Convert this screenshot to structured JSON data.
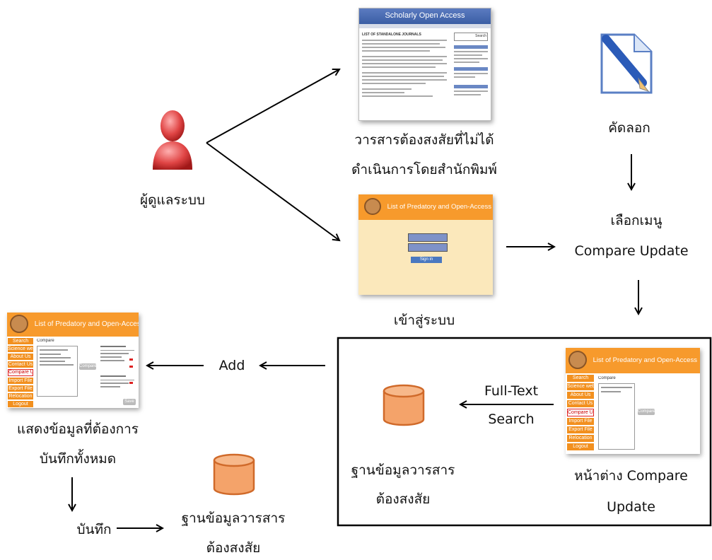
{
  "nodes": {
    "admin": "ผู้ดูแลระบบ",
    "journal_line1": "วารสารต้องสงสัยที่ไม่ได้",
    "journal_line2": "ดำเนินการโดยสำนักพิมพ์",
    "copy": "คัดลอก",
    "login": "เข้าสู่ระบบ",
    "select_menu_line1": "เลือกเมนู",
    "select_menu_line2": "Compare Update",
    "compare_window_line1": "หน้าต่าง Compare",
    "compare_window_line2": "Update",
    "fulltext_line1": "Full-Text",
    "fulltext_line2": "Search",
    "db1_line1": "ฐานข้อมูลวารสาร",
    "db1_line2": "ต้องสงสัย",
    "add": "Add",
    "show_line1": "แสดงข้อมูลที่ต้องการ",
    "show_line2": "บันทึกทั้งหมด",
    "save": "บันทึก",
    "db2_line1": "ฐานข้อมูลวารสาร",
    "db2_line2": "ต้องสงสัย"
  },
  "screens": {
    "scholarly": {
      "title": "Scholarly Open Access",
      "heading": "LIST OF STANDALONE JOURNALS",
      "search_btn": "Search"
    },
    "login": {
      "title": "List of Predatory and Open-Access",
      "signin": "Sign in"
    },
    "app": {
      "title": "List of Predatory and Open-Access",
      "menu": [
        "Search",
        "Science website",
        "About Us",
        "Contact Us",
        "Compare Update",
        "Import File",
        "Export File",
        "Relocation",
        "Logout"
      ],
      "compare_label": "Compare",
      "compare_btn": "Compare",
      "save_btn": "Save"
    }
  },
  "colors": {
    "orange": "#f79a2c",
    "db_fill": "#f4a36a",
    "db_stroke": "#d06a2a",
    "highlight": "#e02020"
  }
}
